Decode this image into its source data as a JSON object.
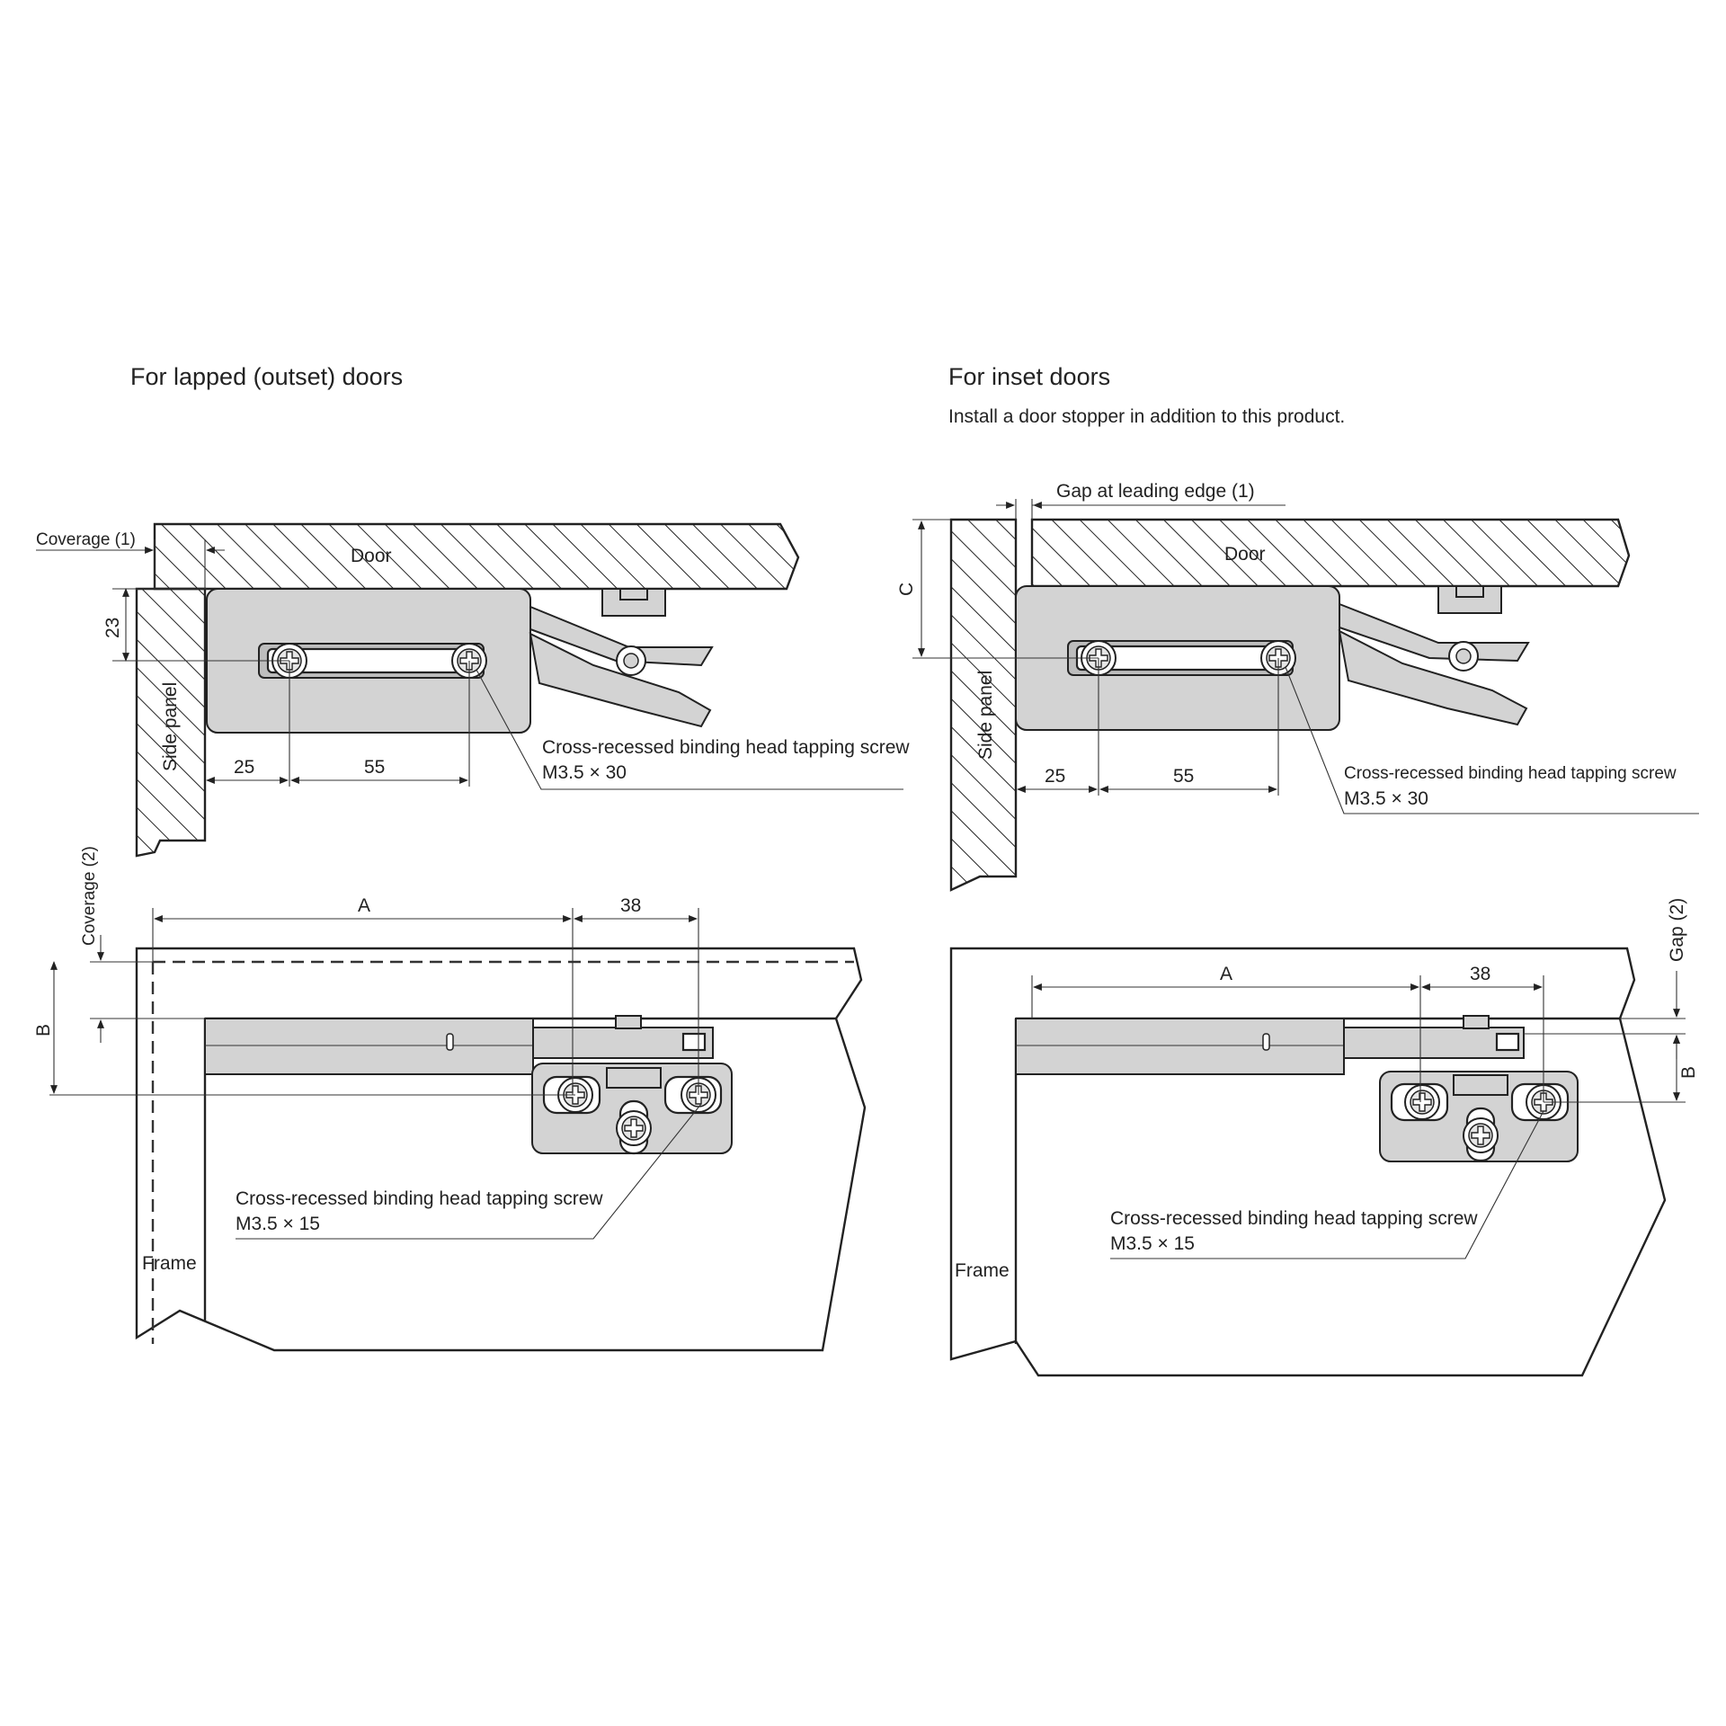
{
  "left": {
    "heading": "For lapped (outset) doors",
    "labels": {
      "coverage1": "Coverage (1)",
      "door": "Door",
      "side_panel": "Side panel",
      "coverage2": "Coverage (2)",
      "frame": "Frame"
    },
    "dims": {
      "d23": "23",
      "d25": "25",
      "d55": "55",
      "dA": "A",
      "d38": "38",
      "dB": "B"
    },
    "screw_top": {
      "name": "Cross-recessed binding head tapping screw",
      "size": "M3.5 × 30"
    },
    "screw_bottom": {
      "name": "Cross-recessed binding head tapping screw",
      "size": "M3.5 × 15"
    }
  },
  "right": {
    "heading": "For inset doors",
    "note": "Install a door stopper in addition to this product.",
    "labels": {
      "gap1": "Gap at leading edge (1)",
      "door": "Door",
      "side_panel": "Side panel",
      "gap2": "Gap (2)",
      "frame": "Frame"
    },
    "dims": {
      "dC": "C",
      "d25": "25",
      "d55": "55",
      "dA": "A",
      "d38": "38",
      "dB": "B"
    },
    "screw_top": {
      "name": "Cross-recessed binding head tapping screw",
      "size": "M3.5 × 30"
    },
    "screw_bottom": {
      "name": "Cross-recessed binding head tapping screw",
      "size": "M3.5 × 15"
    }
  },
  "colors": {
    "line": "#222222",
    "part_fill": "#d3d3d3",
    "background": "#ffffff"
  }
}
